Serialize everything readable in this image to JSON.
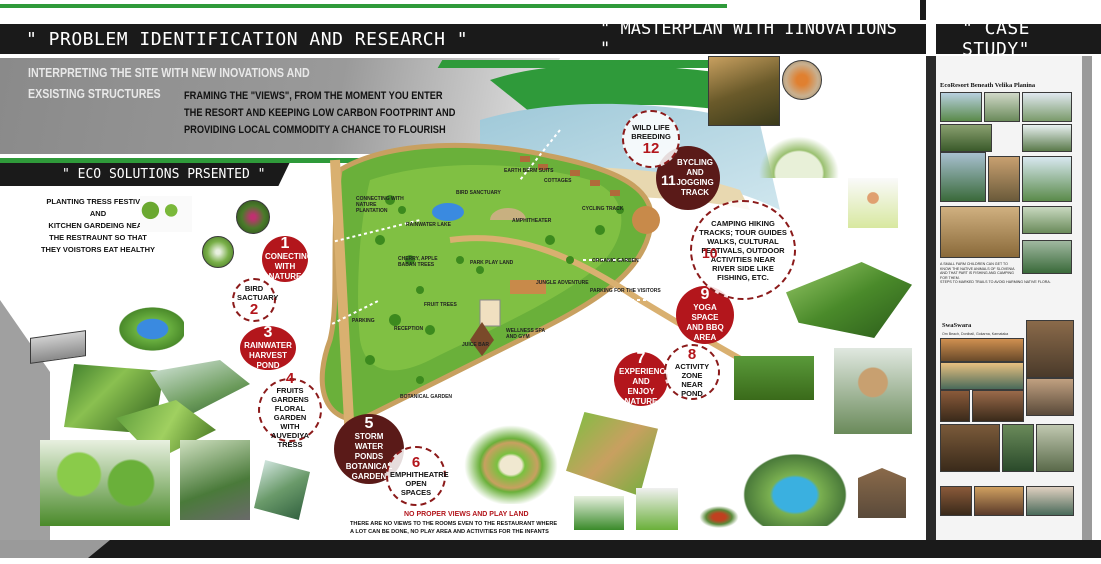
{
  "headers": {
    "problem": "\" PROBLEM IDENTIFICATION AND RESEARCH \"",
    "masterplan": "\" MASTERPLAN  WITH IINOVATIONS \"",
    "case_study": "\" CASE STUDY\"",
    "eco_solutions": "\" ECO SOLUTIONS PRSENTED \""
  },
  "intro": {
    "line1": "INTERPRETING THE SITE WITH NEW INOVATIONS AND",
    "line2": "EXSISTING STRUCTURES",
    "framing1": "FRAMING THE \"VIEWS\", FROM THE MOMENT YOU ENTER",
    "framing2": "THE RESORT AND KEEPING LOW CARBON FOOTPRINT AND",
    "framing3": "PROVIDING LOCAL COMMODITY A CHANCE TO FLOURISH"
  },
  "planting": {
    "l1": "PLANTING TRESS FESTIVAL",
    "l2": "AND",
    "l3": "KITCHEN GARDEING  NEAR",
    "l4": "THE RESTRAUNT SO THAT",
    "l5": "THEY VOISTORS EAT HEALTHY"
  },
  "solutions": [
    {
      "num": "1",
      "label": "CONECTING WITH NATURE"
    },
    {
      "num": "2",
      "label": "BIRD SACTUARY"
    },
    {
      "num": "3",
      "label": "RAINWATER HARVEST POND"
    },
    {
      "num": "4",
      "label": "FRUITS GARDENS FLORAL GARDEN WITH AUVEDIYA TRESS"
    },
    {
      "num": "5",
      "label": "STORM WATER PONDS BOTANICAL GARDEN"
    },
    {
      "num": "6",
      "label": "EMPHITHEATRE OPEN SPACES"
    },
    {
      "num": "7",
      "label": "EXPERIENCE AND ENJOY NATURE"
    },
    {
      "num": "8",
      "label": "ACTIVITY ZONE NEAR POND"
    },
    {
      "num": "9",
      "label": "YOGA SPACE AND BBQ AREA"
    },
    {
      "num": "10",
      "label": "CAMPING HIKING TRACKS; TOUR GUIDES WALKS, CULTURAL FESTIVALS, OUTDOOR ACTIVITIES NEAR RIVER SIDE LIKE FISHING, ETC."
    },
    {
      "num": "11",
      "label": "BYCLING AND JOGGING TRACK"
    },
    {
      "num": "12",
      "label": "WILD LIFE BREEDING"
    }
  ],
  "map_labels": {
    "earth_berm": "EARTH BERM SUITS",
    "cottages": "COTTAGES",
    "bird_sanctuary": "BIRD SANCTUARY",
    "connecting": "CONNECTING WITH NATURE PLANTATION",
    "rainwater": "RAINWATER LAKE",
    "amphitheater": "AMPHITHEATER",
    "cycling": "CYCLING TRACK",
    "cherry": "CHERRY, APPLE BABAN TREES",
    "park": "PARK PLAY LAND",
    "organic": "ORGANIC GARDEN",
    "jungle": "JUNGLE ADVENTURE",
    "parking_visitors": "PARKING FOR THE VISITORS",
    "fruit": "FRUIT TREES",
    "parking": "PARKING",
    "reception": "RECEPTION",
    "juice": "JUICE BAR",
    "wellness": "WELLNESS SPA AND GYM",
    "botanical": "BOTANICAL GARDEN"
  },
  "problem": {
    "title": "NO PROPER VIEWS AND PLAY LAND",
    "desc1": "THERE ARE NO VIEWS TO THE ROOMS EVEN TO THE RESTAURANT WHERE",
    "desc2": "A LOT CAN BE DONE, NO PLAY AREA AND ACTIVITIES FOR THE INFANTS"
  },
  "case": {
    "title1": "EcoResort Beneath Velika Planina",
    "caption1": "A SMALL FARM CHILDREN CAN GET TO KNOW THE NATIVE ANIMALS OF SLOVENIA AND THAT PART IS FISHING AND CAMPING FOR THEM.",
    "caption2": "STEPS TO MARKED TRAILS TO AVOID HARMING NATIVE FLORA.",
    "title2": "SwaSwara",
    "subtitle2": "Om Beach, Donibail, Gokarna, Karnataka"
  },
  "colors": {
    "red": "#b3161c",
    "dark_red": "#5a1a18",
    "green": "#2f9a3a",
    "header_bg": "#1a1a1a"
  }
}
